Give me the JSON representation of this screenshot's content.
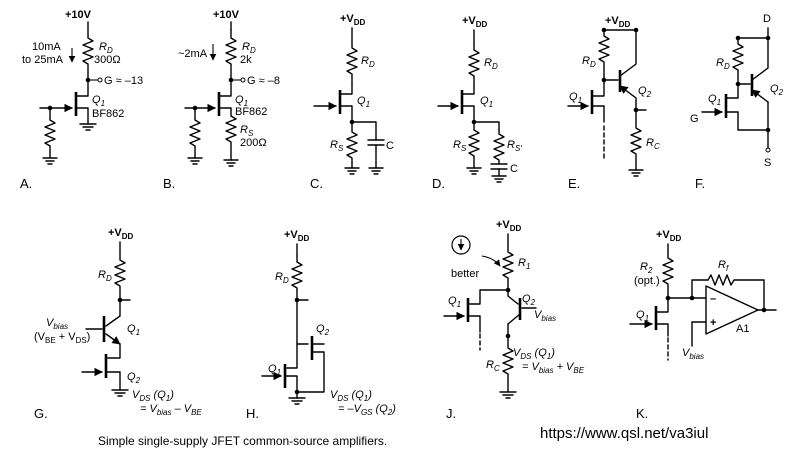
{
  "caption": "Simple single-supply JFET common-source amplifiers.",
  "url": "https://www.qsl.net/va3iul",
  "panels": {
    "A": {
      "tag": "A.",
      "supply": "+10V",
      "current_1": "10mA",
      "current_2": "to 25mA",
      "rd": "R",
      "rd_sub": "D",
      "rd_val": "300Ω",
      "gain": "G ≈ –13",
      "q": "Q",
      "q_sub": "1",
      "part": "BF862"
    },
    "B": {
      "tag": "B.",
      "supply": "+10V",
      "current": "~2mA",
      "rd": "R",
      "rd_sub": "D",
      "rd_val": "2k",
      "gain": "G ≈ –8",
      "q": "Q",
      "q_sub": "1",
      "part": "BF862",
      "rs": "R",
      "rs_sub": "S",
      "rs_val": "200Ω"
    },
    "C": {
      "tag": "C.",
      "supply": "+V",
      "supply_sub": "DD",
      "rd": "R",
      "rd_sub": "D",
      "q": "Q",
      "q_sub": "1",
      "rs": "R",
      "rs_sub": "S",
      "c": "C"
    },
    "D": {
      "tag": "D.",
      "supply": "+V",
      "supply_sub": "DD",
      "rd": "R",
      "rd_sub": "D",
      "q": "Q",
      "q_sub": "1",
      "rs": "R",
      "rs_sub": "S",
      "rs2": "R",
      "rs2_sub": "S′",
      "c": "C"
    },
    "E": {
      "tag": "E.",
      "supply": "+V",
      "supply_sub": "DD",
      "rd": "R",
      "rd_sub": "D",
      "q1": "Q",
      "q1_sub": "1",
      "q2": "Q",
      "q2_sub": "2",
      "rc": "R",
      "rc_sub": "C"
    },
    "F": {
      "tag": "F.",
      "d": "D",
      "rd": "R",
      "rd_sub": "D",
      "q1": "Q",
      "q1_sub": "1",
      "q2": "Q",
      "q2_sub": "2",
      "g": "G",
      "s": "S"
    },
    "G": {
      "tag": "G.",
      "supply": "+V",
      "supply_sub": "DD",
      "rd": "R",
      "rd_sub": "D",
      "vbias": "V",
      "vbias_sub": "bias",
      "vbias_expr": "(V",
      "vbias_expr_be": "BE",
      "vbias_expr_plus": " + V",
      "vbias_expr_ds": "DS",
      "vbias_expr_close": ")",
      "q1": "Q",
      "q1_sub": "1",
      "q2": "Q",
      "q2_sub": "2",
      "vds": "V",
      "vds_sub": "DS",
      "vds_q": " (Q",
      "vds_q_sub": "1",
      "vds_close": ")",
      "eq": "= V",
      "eq_sub1": "bias",
      "eq_minus": " – V",
      "eq_sub2": "BE"
    },
    "H": {
      "tag": "H.",
      "supply": "+V",
      "supply_sub": "DD",
      "rd": "R",
      "rd_sub": "D",
      "q1": "Q",
      "q1_sub": "1",
      "q2": "Q",
      "q2_sub": "2",
      "vds": "V",
      "vds_sub": "DS",
      "vds_q": " (Q",
      "vds_q_sub": "1",
      "vds_close": ")",
      "eq": "= –V",
      "eq_sub": "GS",
      "eq_q": " (Q",
      "eq_q_sub": "2",
      "eq_close": ")"
    },
    "J": {
      "tag": "J.",
      "supply": "+V",
      "supply_sub": "DD",
      "better": "better",
      "r1": "R",
      "r1_sub": "1",
      "q1": "Q",
      "q1_sub": "1",
      "q2": "Q",
      "q2_sub": "2",
      "vbias": "V",
      "vbias_sub": "bias",
      "rc": "R",
      "rc_sub": "C",
      "vds": "V",
      "vds_sub": "DS",
      "vds_q": " (Q",
      "vds_q_sub": "1",
      "vds_close": ")",
      "eq": "= V",
      "eq_sub1": "bias",
      "eq_plus": " + V",
      "eq_sub2": "BE"
    },
    "K": {
      "tag": "K.",
      "supply": "+V",
      "supply_sub": "DD",
      "r2": "R",
      "r2_sub": "2",
      "r2_opt": "(opt.)",
      "rf": "R",
      "rf_sub": "f",
      "q1": "Q",
      "q1_sub": "1",
      "vbias": "V",
      "vbias_sub": "bias",
      "a1": "A1",
      "minus": "–",
      "plus": "+"
    }
  }
}
